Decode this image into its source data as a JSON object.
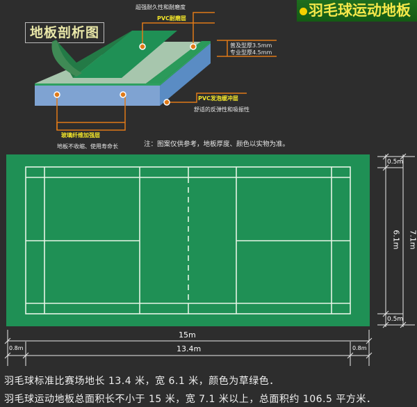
{
  "header": {
    "brand_title": "羽毛球运动地板",
    "section_title": "地板剖析图"
  },
  "cross_section": {
    "layers": [
      {
        "name": "PVC耐磨层",
        "description": "超强耐久性和耐磨度"
      },
      {
        "name": "玻璃纤维加强层",
        "description": "地板不收缩、使用寿命长"
      },
      {
        "name": "PVC发泡缓冲层",
        "description": "舒适的反弹性和吸振性"
      }
    ],
    "thickness": {
      "standard": "普及型厚3.5mm",
      "professional": "专业型厚4.5mm"
    },
    "colors": {
      "top_layer": "#1f9055",
      "fiber_layer": "#9fc3a8",
      "foam_layer": "#7fa8d6",
      "callout_line": "#e07a18"
    },
    "note": "注：图案仅供参考，地板厚度、颜色以实物为准。"
  },
  "court": {
    "floor_color": "#1f9055",
    "line_color": "#e6f5e6",
    "dimensions": {
      "total_length": "15m",
      "court_length": "13.4m",
      "end_margin_left": "0.8m",
      "end_margin_right": "0.8m",
      "total_width": "7.1m",
      "court_width": "6.1m",
      "side_margin_top": "0.5m",
      "side_margin_bottom": "0.5m"
    }
  },
  "description": {
    "line1": "羽毛球标准比赛场地长 13.4 米，宽 6.1 米，颜色为草绿色．",
    "line2": "羽毛球运动地板总面积长不小于 15 米，宽 7.1 米以上，总面积约 106.5 平方米．"
  }
}
